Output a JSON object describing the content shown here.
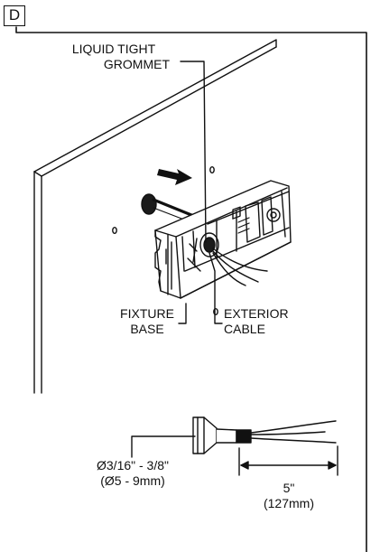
{
  "panel": {
    "letter": "D"
  },
  "labels": {
    "grommet_line1": "LIQUID TIGHT",
    "grommet_line2": "GROMMET",
    "fixture_line1": "FIXTURE",
    "fixture_line2": "BASE",
    "cable_line1": "EXTERIOR",
    "cable_line2": "CABLE",
    "diameter_line1": "Ø3/16\" - 3/8\"",
    "diameter_line2": "(Ø5 - 9mm)",
    "length_line1": "5\"",
    "length_line2": "(127mm)"
  }
}
